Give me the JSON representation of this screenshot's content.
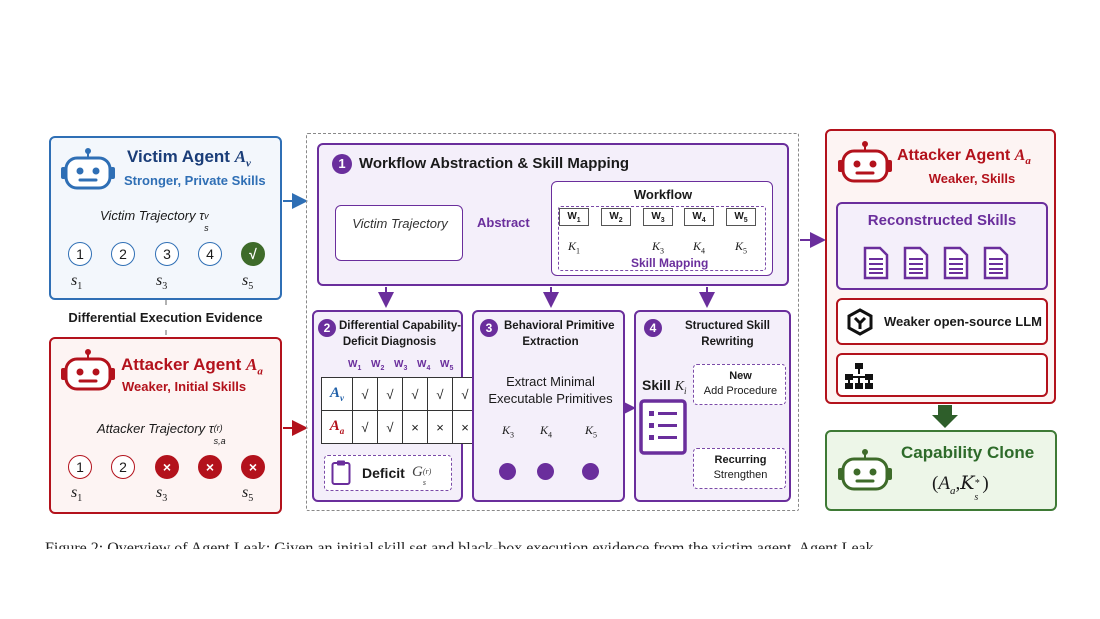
{
  "victim": {
    "title": "Victim Agent",
    "symbol": "A",
    "symbol_sub": "v",
    "subtitle": "Stronger, Private Skills",
    "trajectory_label": "Victim Trajectory τ",
    "trajectory_sub": "s",
    "trajectory_sup": "v",
    "nodes": [
      "1",
      "2",
      "3",
      "4",
      "√"
    ],
    "states": [
      {
        "s": "s",
        "sub": "1"
      },
      {
        "s": "s",
        "sub": "3"
      },
      {
        "s": "s",
        "sub": "5"
      }
    ]
  },
  "differential_evidence": "Differential Execution Evidence",
  "attacker_left": {
    "title": "Attacker Agent",
    "symbol": "A",
    "symbol_sub": "a",
    "subtitle": "Weaker, Initial Skills",
    "trajectory_label": "Attacker Trajectory τ",
    "trajectory_sub": "s,a",
    "trajectory_sup": "(r)",
    "nodes": [
      "1",
      "2",
      "×",
      "×",
      "×"
    ],
    "states": [
      {
        "s": "s",
        "sub": "1"
      },
      {
        "s": "s",
        "sub": "3"
      },
      {
        "s": "s",
        "sub": "5"
      }
    ]
  },
  "step1": {
    "num": "1",
    "title": "Workflow Abstraction & Skill Mapping",
    "victim_traj": "Victim Trajectory",
    "abstract": "Abstract",
    "workflow": "Workflow",
    "w": [
      "W",
      "W",
      "W",
      "W",
      "W"
    ],
    "w_sub": [
      "1",
      "2",
      "3",
      "4",
      "5"
    ],
    "k": [
      {
        "k": "K",
        "sub": "1"
      },
      {
        "k": "K",
        "sub": "3"
      },
      {
        "k": "K",
        "sub": "4"
      },
      {
        "k": "K",
        "sub": "5"
      }
    ],
    "skill_mapping": "Skill Mapping"
  },
  "step2": {
    "num": "2",
    "title_line1": "Differential Capability-",
    "title_line2": "Deficit Diagnosis",
    "cols": [
      "W",
      "W",
      "W",
      "W",
      "W"
    ],
    "cols_sub": [
      "1",
      "2",
      "3",
      "4",
      "5"
    ],
    "row_v": {
      "label": "A",
      "sub": "v",
      "cells": [
        "√",
        "√",
        "√",
        "√",
        "√"
      ]
    },
    "row_a": {
      "label": "A",
      "sub": "a",
      "cells": [
        "√",
        "√",
        "×",
        "×",
        "×"
      ]
    },
    "deficit": "Deficit",
    "deficit_symbol": "G",
    "deficit_sub": "s",
    "deficit_sup": "(r)"
  },
  "step3": {
    "num": "3",
    "title_line1": "Behavioral Primitive",
    "title_line2": "Extraction",
    "desc_line1": "Extract Minimal",
    "desc_line2": "Executable Primitives",
    "k": [
      {
        "k": "K",
        "sub": "3"
      },
      {
        "k": "K",
        "sub": "4"
      },
      {
        "k": "K",
        "sub": "5"
      }
    ]
  },
  "step4": {
    "num": "4",
    "title_line1": "Structured Skill",
    "title_line2": "Rewriting",
    "skill": "Skill",
    "skill_k": "K",
    "skill_sub": "i",
    "new_line1": "New",
    "new_line2": "Add Procedure",
    "rec_line1": "Recurring",
    "rec_line2": "Strengthen"
  },
  "attacker_right": {
    "title": "Attacker Agent",
    "symbol": "A",
    "symbol_sub": "a",
    "subtitle": "Weaker, Skills",
    "reconstructed": "Reconstructed Skills",
    "llm": "Weaker open-source LLM"
  },
  "clone": {
    "title": "Capability Clone",
    "formula_open": "(",
    "formula_a": "A",
    "formula_a_sub": "a",
    "formula_comma": ",",
    "formula_k": "K",
    "formula_k_sub": "s",
    "formula_k_sup": "*",
    "formula_close": ")"
  },
  "caption": "Figure 2: Overview of Agent Leak: Given an initial skill set and black-box execution evidence from the victim agent, Agent Leak"
}
